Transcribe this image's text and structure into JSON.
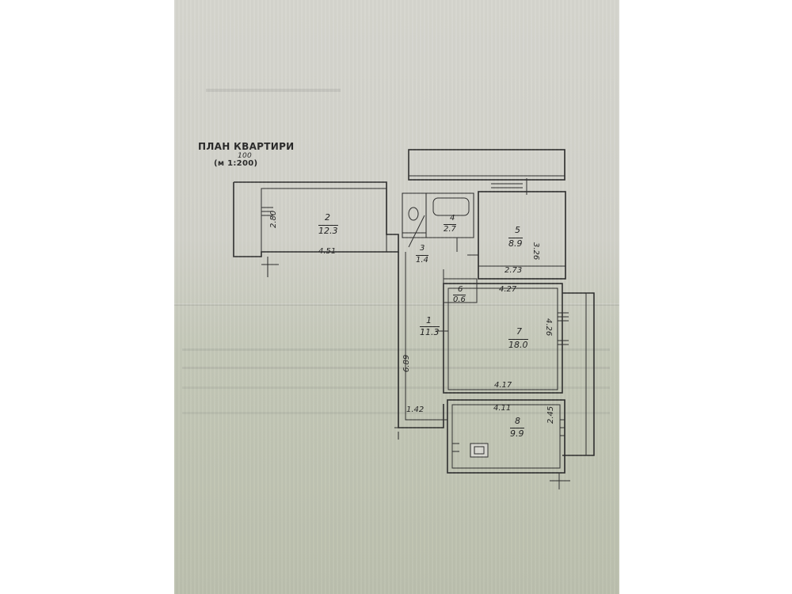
{
  "header": {
    "title": "ПЛАН КВАРТИРИ",
    "scale_correction": "100",
    "scale": "(м 1:200)"
  },
  "rooms": [
    {
      "number": "1",
      "area": "11.3"
    },
    {
      "number": "2",
      "area": "12.3"
    },
    {
      "number": "3",
      "area": "1.4"
    },
    {
      "number": "4",
      "area": "2.7"
    },
    {
      "number": "5",
      "area": "8.9"
    },
    {
      "number": "6",
      "area": "0.6"
    },
    {
      "number": "7",
      "area": "18.0"
    },
    {
      "number": "8",
      "area": "9.9"
    }
  ],
  "dimensions": {
    "room2_height": "2.80",
    "room2_width": "4.51",
    "room5_height": "3.26",
    "room5_width": "2.73",
    "room7_top": "4.27",
    "room7_height": "4.26",
    "room7_bottom": "4.17",
    "corridor_length": "6.89",
    "corridor_width": "1.42",
    "room8_top": "4.11",
    "room8_height": "2.45"
  }
}
